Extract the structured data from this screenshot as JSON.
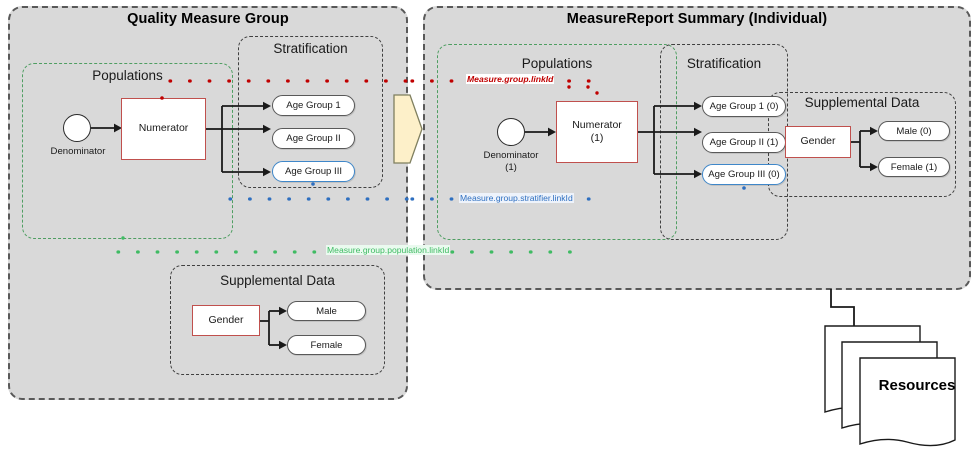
{
  "left_panel": {
    "title": "Quality Measure Group",
    "populations": {
      "title": "Populations",
      "denominator": "Denominator",
      "numerator": "Numerator"
    },
    "stratification": {
      "title": "Stratification",
      "groups": [
        "Age Group 1",
        "Age Group II",
        "Age Group III"
      ]
    },
    "supplemental": {
      "title": "Supplemental Data",
      "source": "Gender",
      "values": [
        "Male",
        "Female"
      ]
    }
  },
  "right_panel": {
    "title": "MeasureReport Summary (Individual)",
    "populations": {
      "title": "Populations",
      "denominator": "Denominator",
      "denominator_count": "(1)",
      "numerator": "Numerator",
      "numerator_count": "(1)"
    },
    "stratification": {
      "title": "Stratification",
      "groups": [
        "Age Group 1 (0)",
        "Age Group II (1)",
        "Age Group III (0)"
      ]
    },
    "supplemental": {
      "title": "Supplemental Data",
      "source": "Gender",
      "values": [
        "Male (0)",
        "Female (1)"
      ]
    }
  },
  "link_labels": {
    "group": "Measure.group.linkId",
    "stratifier": "Measure.group.stratifier.linkId",
    "population": "Measure.group.population.linkId"
  },
  "resources": {
    "label": "Resources"
  },
  "colors": {
    "panel_fill": "#d9d9d9",
    "panel_border": "#595959",
    "region_border": "#404040",
    "region_green": "#4f9e62",
    "node_red": "#c0504d",
    "node_blue": "#3f87c9",
    "chevron_fill": "#fdf0c9",
    "link_red": "#c00000",
    "link_blue": "#2e6fc0",
    "link_green": "#3fbb63"
  }
}
